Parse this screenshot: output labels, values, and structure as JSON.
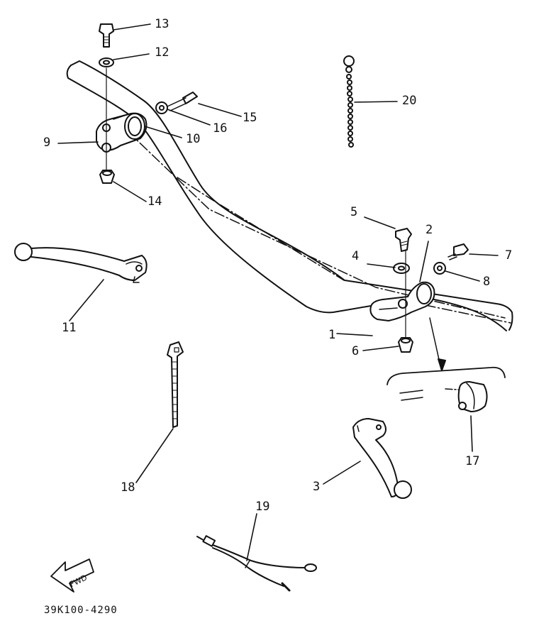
{
  "parts": [
    {
      "id": "handlebar",
      "number": "1"
    },
    {
      "id": "clutch-lever-holder",
      "number": "2"
    },
    {
      "id": "clutch-lever",
      "number": "3"
    },
    {
      "id": "pivot-washer",
      "number": "4"
    },
    {
      "id": "pivot-bolt",
      "number": "5"
    },
    {
      "id": "lever-nut",
      "number": "6"
    },
    {
      "id": "adjust-bolt",
      "number": "7"
    },
    {
      "id": "adjust-nut",
      "number": "8"
    },
    {
      "id": "brake-lever-holder",
      "number": "9"
    },
    {
      "id": "holder-clamp",
      "number": "10"
    },
    {
      "id": "brake-lever",
      "number": "11"
    },
    {
      "id": "brake-washer",
      "number": "12"
    },
    {
      "id": "brake-pivot-bolt",
      "number": "13"
    },
    {
      "id": "brake-nut",
      "number": "14"
    },
    {
      "id": "clamp-bolt",
      "number": "15"
    },
    {
      "id": "clamp-washer",
      "number": "16"
    },
    {
      "id": "switch-assembly",
      "number": "17"
    },
    {
      "id": "cable-band",
      "number": "18"
    },
    {
      "id": "lead-wire",
      "number": "19"
    },
    {
      "id": "chain",
      "number": "20"
    }
  ],
  "fwd_label": "FWD",
  "diagram_code": "39K100-4290"
}
